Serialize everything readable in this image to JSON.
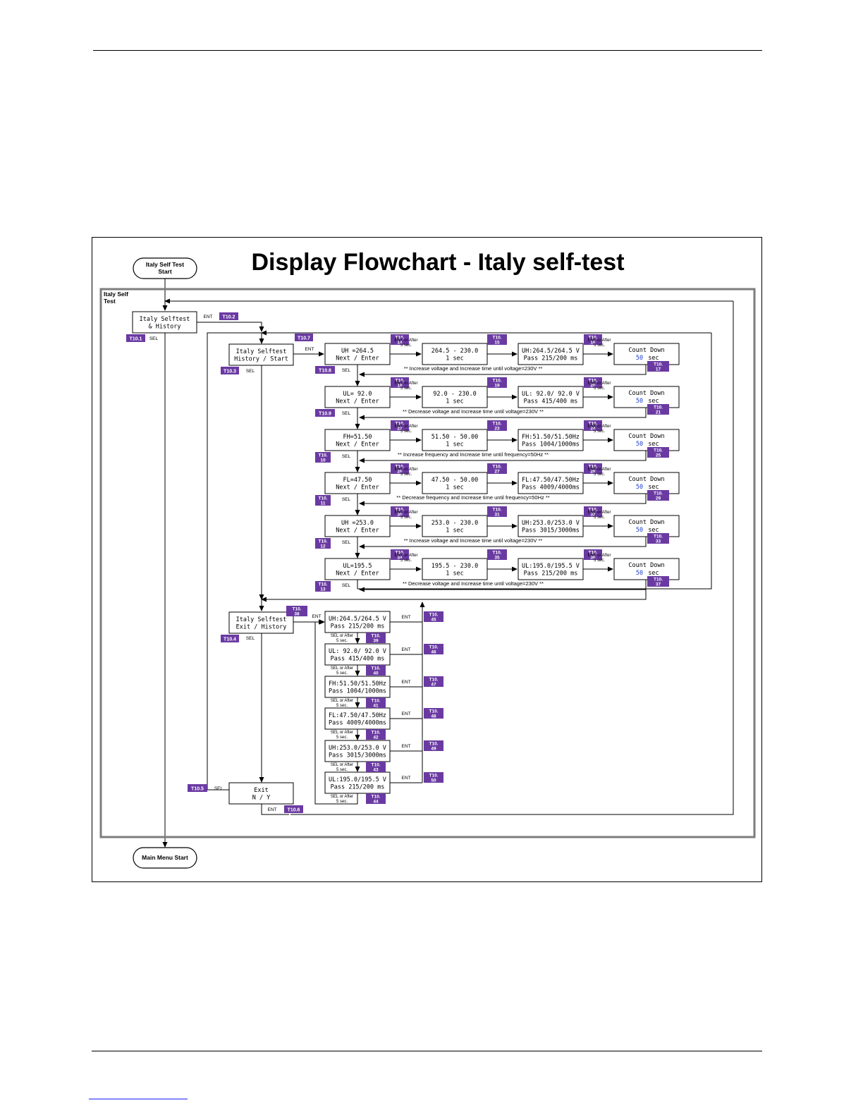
{
  "title": "Display Flowchart - Italy self-test",
  "start_node": [
    "Italy Self Test",
    "Start"
  ],
  "end_node": "Main Menu Start",
  "group_label": [
    "Italy Self",
    "Test"
  ],
  "colors": {
    "tag": "#6a3aa2",
    "tag_text": "#ffffff",
    "countdown_num": "#1a3fd0",
    "frame_gray": "#7d7d7d"
  },
  "main_nodes": {
    "selftest_history": {
      "lines": [
        "Italy Selftest",
        "& History"
      ],
      "tag": "T10.1",
      "sel": "SEL",
      "ent": "ENT",
      "ent_tag": "T10.2"
    },
    "history_start": {
      "lines": [
        "Italy Selftest",
        "History / Start"
      ],
      "tag": "T10.3",
      "sel": "SEL",
      "ent": "ENT",
      "loop_tag": "T10.7"
    },
    "exit_history": {
      "lines": [
        "Italy Selftest",
        "Exit / History"
      ],
      "tag": "T10.4",
      "sel": "SEL",
      "ent": "ENT",
      "top_tag": [
        "T10.",
        "38"
      ]
    },
    "exit": {
      "lines": [
        "Exit",
        "N / Y"
      ],
      "tag": "T10.5",
      "sel": "SEL",
      "ent": "ENT",
      "ent_tag": "T10.6"
    }
  },
  "test_rows": [
    {
      "b1": [
        "UH =264.5",
        "Next / Enter"
      ],
      "sel_tag": [
        "T10.8"
      ],
      "sel": "SEL",
      "t1": [
        "T10.",
        "14"
      ],
      "ent_after": [
        "ENT or After",
        "5 sec."
      ],
      "b2": [
        "264.5 - 230.0",
        "1 sec"
      ],
      "t2": [
        "T10.",
        "15"
      ],
      "b3": [
        "UH:264.5/264.5 V",
        "Pass  215/200 ms"
      ],
      "t3": [
        "T10.",
        "16"
      ],
      "ent_after2": [
        "ENT or After",
        "5 sec."
      ],
      "b4": [
        "Count Down",
        "50",
        "sec"
      ],
      "t4": [
        "T10.",
        "17"
      ],
      "note": "** Increase voltage and Increase time until voltage=230V **"
    },
    {
      "b1": [
        "UL= 92.0",
        "Next / Enter"
      ],
      "sel_tag": [
        "T10.9"
      ],
      "sel": "SEL",
      "t1": [
        "T10.",
        "18"
      ],
      "ent_after": [
        "ENT or After",
        "5 sec."
      ],
      "b2": [
        "92.0 - 230.0",
        "1 sec"
      ],
      "t2": [
        "T10.",
        "19"
      ],
      "b3": [
        "UL: 92.0/ 92.0 V",
        "Pass  415/400 ms"
      ],
      "t3": [
        "T10.",
        "20"
      ],
      "ent_after2": [
        "ENT or After",
        "5 sec."
      ],
      "b4": [
        "Count Down",
        "50",
        "sec"
      ],
      "t4": [
        "T10.",
        "21"
      ],
      "note": "** Decrease voltage and Increase time until voltage=230V **"
    },
    {
      "b1": [
        "FH=51.50",
        "Next / Enter"
      ],
      "sel_tag": [
        "T10.",
        "10"
      ],
      "sel": "SEL",
      "t1": [
        "T10.",
        "22"
      ],
      "ent_after": [
        "ENT or After",
        "5 sec."
      ],
      "b2": [
        "51.50 - 50.00",
        "1 sec"
      ],
      "t2": [
        "T10.",
        "23"
      ],
      "b3": [
        "FH:51.50/51.50Hz",
        "Pass 1004/1000ms"
      ],
      "t3": [
        "T10.",
        "24"
      ],
      "ent_after2": [
        "ENT or After",
        "5 sec."
      ],
      "b4": [
        "Count Down",
        "50",
        "sec"
      ],
      "t4": [
        "T10.",
        "25"
      ],
      "note": "** Increase frequency and Increase time until frequency=50Hz **"
    },
    {
      "b1": [
        "FL=47.50",
        "Next / Enter"
      ],
      "sel_tag": [
        "T10.",
        "11"
      ],
      "sel": "SEL",
      "t1": [
        "T10.",
        "26"
      ],
      "ent_after": [
        "ENT or After",
        "5 sec."
      ],
      "b2": [
        "47.50 - 50.00",
        "1 sec"
      ],
      "t2": [
        "T10.",
        "27"
      ],
      "b3": [
        "FL:47.50/47.50Hz",
        "Pass 4009/4000ms"
      ],
      "t3": [
        "T10.",
        "28"
      ],
      "ent_after2": [
        "ENT or After",
        "5 sec."
      ],
      "b4": [
        "Count Down",
        "50",
        "sec"
      ],
      "t4": [
        "T10.",
        "29"
      ],
      "note": "** Decrease frequency and Increase time until frequency=50Hz **"
    },
    {
      "b1": [
        "UH =253.0",
        "Next / Enter"
      ],
      "sel_tag": [
        "T10.",
        "12"
      ],
      "sel": "SEL",
      "t1": [
        "T10.",
        "30"
      ],
      "ent_after": [
        "ENT or After",
        "5 sec."
      ],
      "b2": [
        "253.0 - 230.0",
        "1 sec"
      ],
      "t2": [
        "T10.",
        "31"
      ],
      "b3": [
        "UH:253.0/253.0 V",
        "Pass 3015/3000ms"
      ],
      "t3": [
        "T10.",
        "32"
      ],
      "ent_after2": [
        "ENT or After",
        "5 sec."
      ],
      "b4": [
        "Count Down",
        "50",
        "sec"
      ],
      "t4": [
        "T10.",
        "33"
      ],
      "note": "** Increase voltage and Increase time until voltage=230V **"
    },
    {
      "b1": [
        "UL=195.5",
        "Next / Enter"
      ],
      "sel_tag": [
        "T10.",
        "13"
      ],
      "sel": "SEL",
      "t1": [
        "T10.",
        "34"
      ],
      "ent_after": [
        "ENT or After",
        "5 sec."
      ],
      "b2": [
        "195.5 - 230.0",
        "1 sec"
      ],
      "t2": [
        "T10.",
        "35"
      ],
      "b3": [
        "UL:195.0/195.5 V",
        "Pass  215/200 ms"
      ],
      "t3": [
        "T10.",
        "36"
      ],
      "ent_after2": [
        "ENT or After",
        "5 sec."
      ],
      "b4": [
        "Count Down",
        "50",
        "sec"
      ],
      "t4": [
        "T10.",
        "37"
      ],
      "note": "** Decrease voltage and Increase time until voltage=230V **"
    }
  ],
  "history_rows": [
    {
      "lines": [
        "UH:264.5/264.5 V",
        "Pass  215/200 ms"
      ],
      "sel": [
        "SEL or After",
        "5 sec."
      ],
      "tag": [
        "T10.",
        "39"
      ],
      "ent": "ENT",
      "ent_tag": [
        "T10.",
        "45"
      ]
    },
    {
      "lines": [
        "UL: 92.0/ 92.0 V",
        "Pass  415/400 ms"
      ],
      "sel": [
        "SEL or After",
        "5 sec."
      ],
      "tag": [
        "T10.",
        "40"
      ],
      "ent": "ENT",
      "ent_tag": [
        "T10.",
        "46"
      ]
    },
    {
      "lines": [
        "FH:51.50/51.50Hz",
        "Pass 1004/1000ms"
      ],
      "sel": [
        "SEL or After",
        "5 sec."
      ],
      "tag": [
        "T10.",
        "41"
      ],
      "ent": "ENT",
      "ent_tag": [
        "T10.",
        "47"
      ]
    },
    {
      "lines": [
        "FL:47.50/47.50Hz",
        "Pass 4009/4000ms"
      ],
      "sel": [
        "SEL or After",
        "5 sec."
      ],
      "tag": [
        "T10.",
        "42"
      ],
      "ent": "ENT",
      "ent_tag": [
        "T10.",
        "48"
      ]
    },
    {
      "lines": [
        "UH:253.0/253.0 V",
        "Pass 3015/3000ms"
      ],
      "sel": [
        "SEL or After",
        "5 sec."
      ],
      "tag": [
        "T10.",
        "43"
      ],
      "ent": "ENT",
      "ent_tag": [
        "T10.",
        "49"
      ]
    },
    {
      "lines": [
        "UL:195.0/195.5 V",
        "Pass  215/200 ms"
      ],
      "sel": [
        "SEL or After",
        "5 sec."
      ],
      "tag": [
        "T10.",
        "44"
      ],
      "ent": "ENT",
      "ent_tag": [
        "T10.",
        "50"
      ]
    }
  ]
}
